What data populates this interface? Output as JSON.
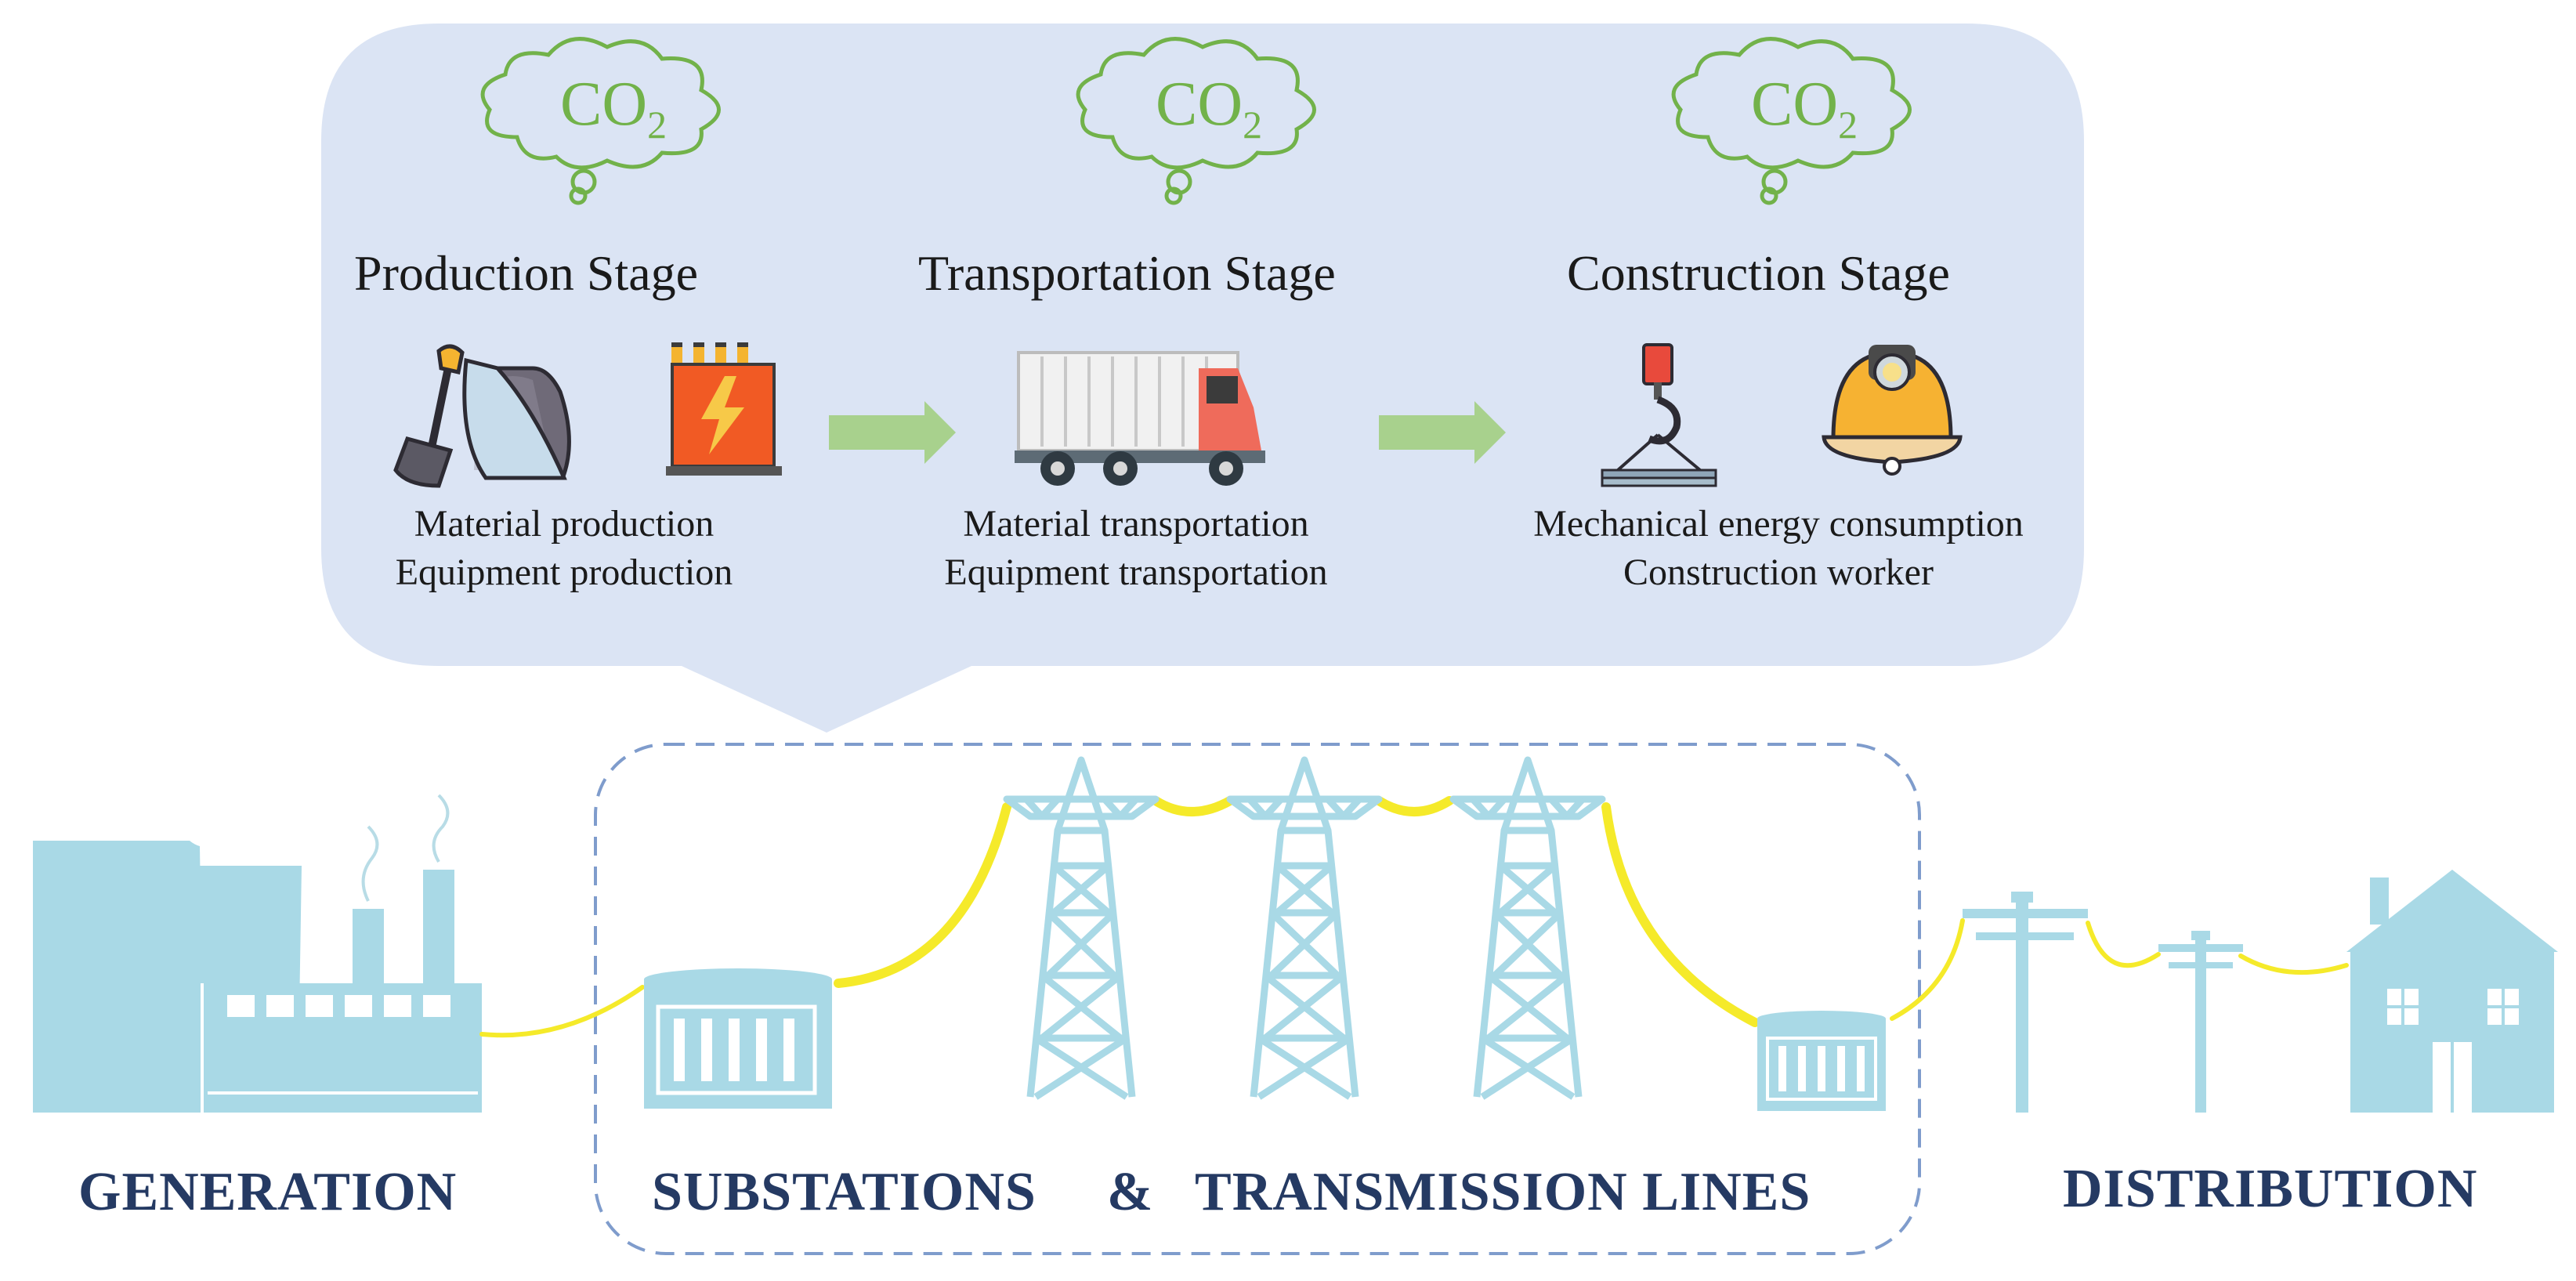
{
  "callout": {
    "co2_label": "CO",
    "co2_subscript": "2",
    "stages": [
      {
        "title": "Production Stage",
        "lines": [
          "Material production",
          "Equipment production"
        ]
      },
      {
        "title": "Transportation Stage",
        "lines": [
          "Material transportation",
          "Equipment transportation"
        ]
      },
      {
        "title": "Construction Stage",
        "lines": [
          "Mechanical energy consumption",
          "Construction worker"
        ]
      }
    ],
    "icons": [
      "shovel-sack-icon",
      "transformer-lightning-icon",
      "truck-icon",
      "crane-hook-icon",
      "mining-helmet-icon"
    ]
  },
  "bottom": {
    "generation": "GENERATION",
    "substations": "SUBSTATIONS",
    "ampersand": "&",
    "transmission": "TRANSMISSION LINES",
    "distribution": "DISTRIBUTION"
  },
  "colors": {
    "callout_fill": "#dbe4f4",
    "infrastructure": "#a9d9e6",
    "wire": "#f5ea2a",
    "label_text": "#253a63",
    "co2_green": "#72b24a",
    "arrow_green": "#a8d18d",
    "dashed_border": "#7f9ccc"
  }
}
